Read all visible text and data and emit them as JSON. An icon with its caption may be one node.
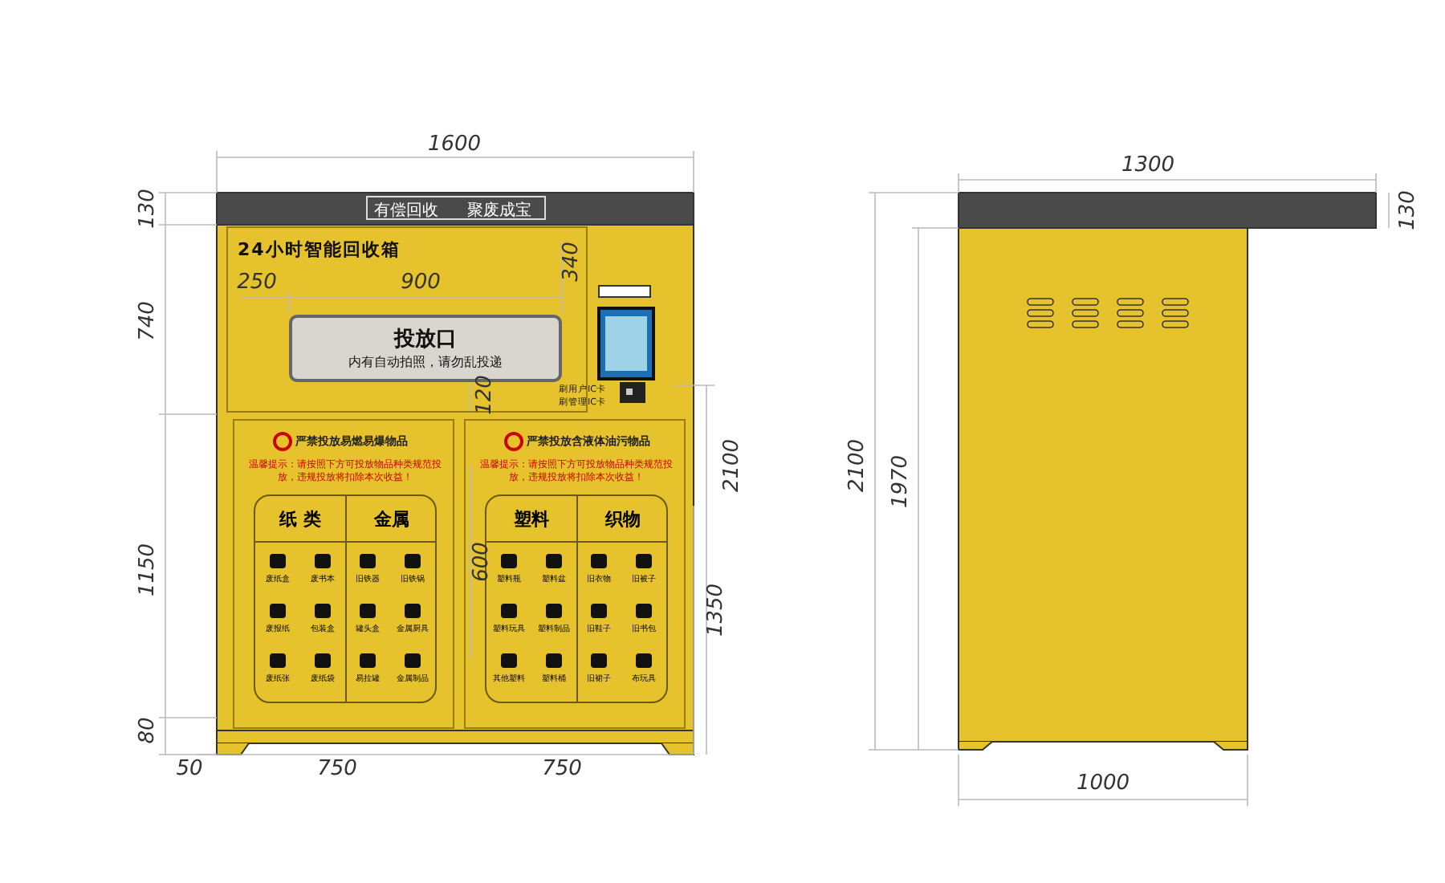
{
  "diagram": {
    "nodes": [
      {
        "text": [
          "有偿回收",
          "聚废成宝"
        ]
      },
      {
        "text": [
          "24小时智能回收箱"
        ]
      },
      {
        "text": [
          "投放口",
          "内有自动拍照，请勿乱投递"
        ],
        "in": 1
      },
      {
        "text": [
          "严禁投放易燃易爆物品",
          "温馨提示：请按照下方可投放物品种类规范投放，违规投放将扣除本次收益！"
        ]
      },
      {
        "text": [
          "纸 类",
          "金属",
          "废纸盒",
          "废书本",
          "废报纸",
          "包装盒",
          "废纸张",
          "废纸袋",
          "旧铁器",
          "旧铁锅",
          "罐头盒",
          "金属厨具",
          "易拉罐",
          "金属制品"
        ],
        "in": 3
      },
      {
        "text": [
          "严禁投放含液体油污物品",
          "温馨提示：请按照下方可投放物品种类规范投放，违规投放将扣除本次收益！"
        ]
      },
      {
        "text": [
          "塑料",
          "织物",
          "塑料瓶",
          "塑料盆",
          "塑料玩具",
          "塑料制品",
          "其他塑料",
          "塑料桶",
          "旧衣物",
          "旧被子",
          "旧鞋子",
          "旧书包",
          "旧裙子",
          "布玩具"
        ],
        "in": 5
      }
    ],
    "labels": [
      "1600",
      "130",
      "740",
      "1150",
      "80",
      "50",
      "750",
      "750",
      "250",
      "900",
      "340",
      "120",
      "600",
      "2100",
      "1350",
      "1300",
      "130",
      "2100",
      "1970",
      "1000",
      "刷用户IC卡",
      "刷管理IC卡"
    ]
  }
}
